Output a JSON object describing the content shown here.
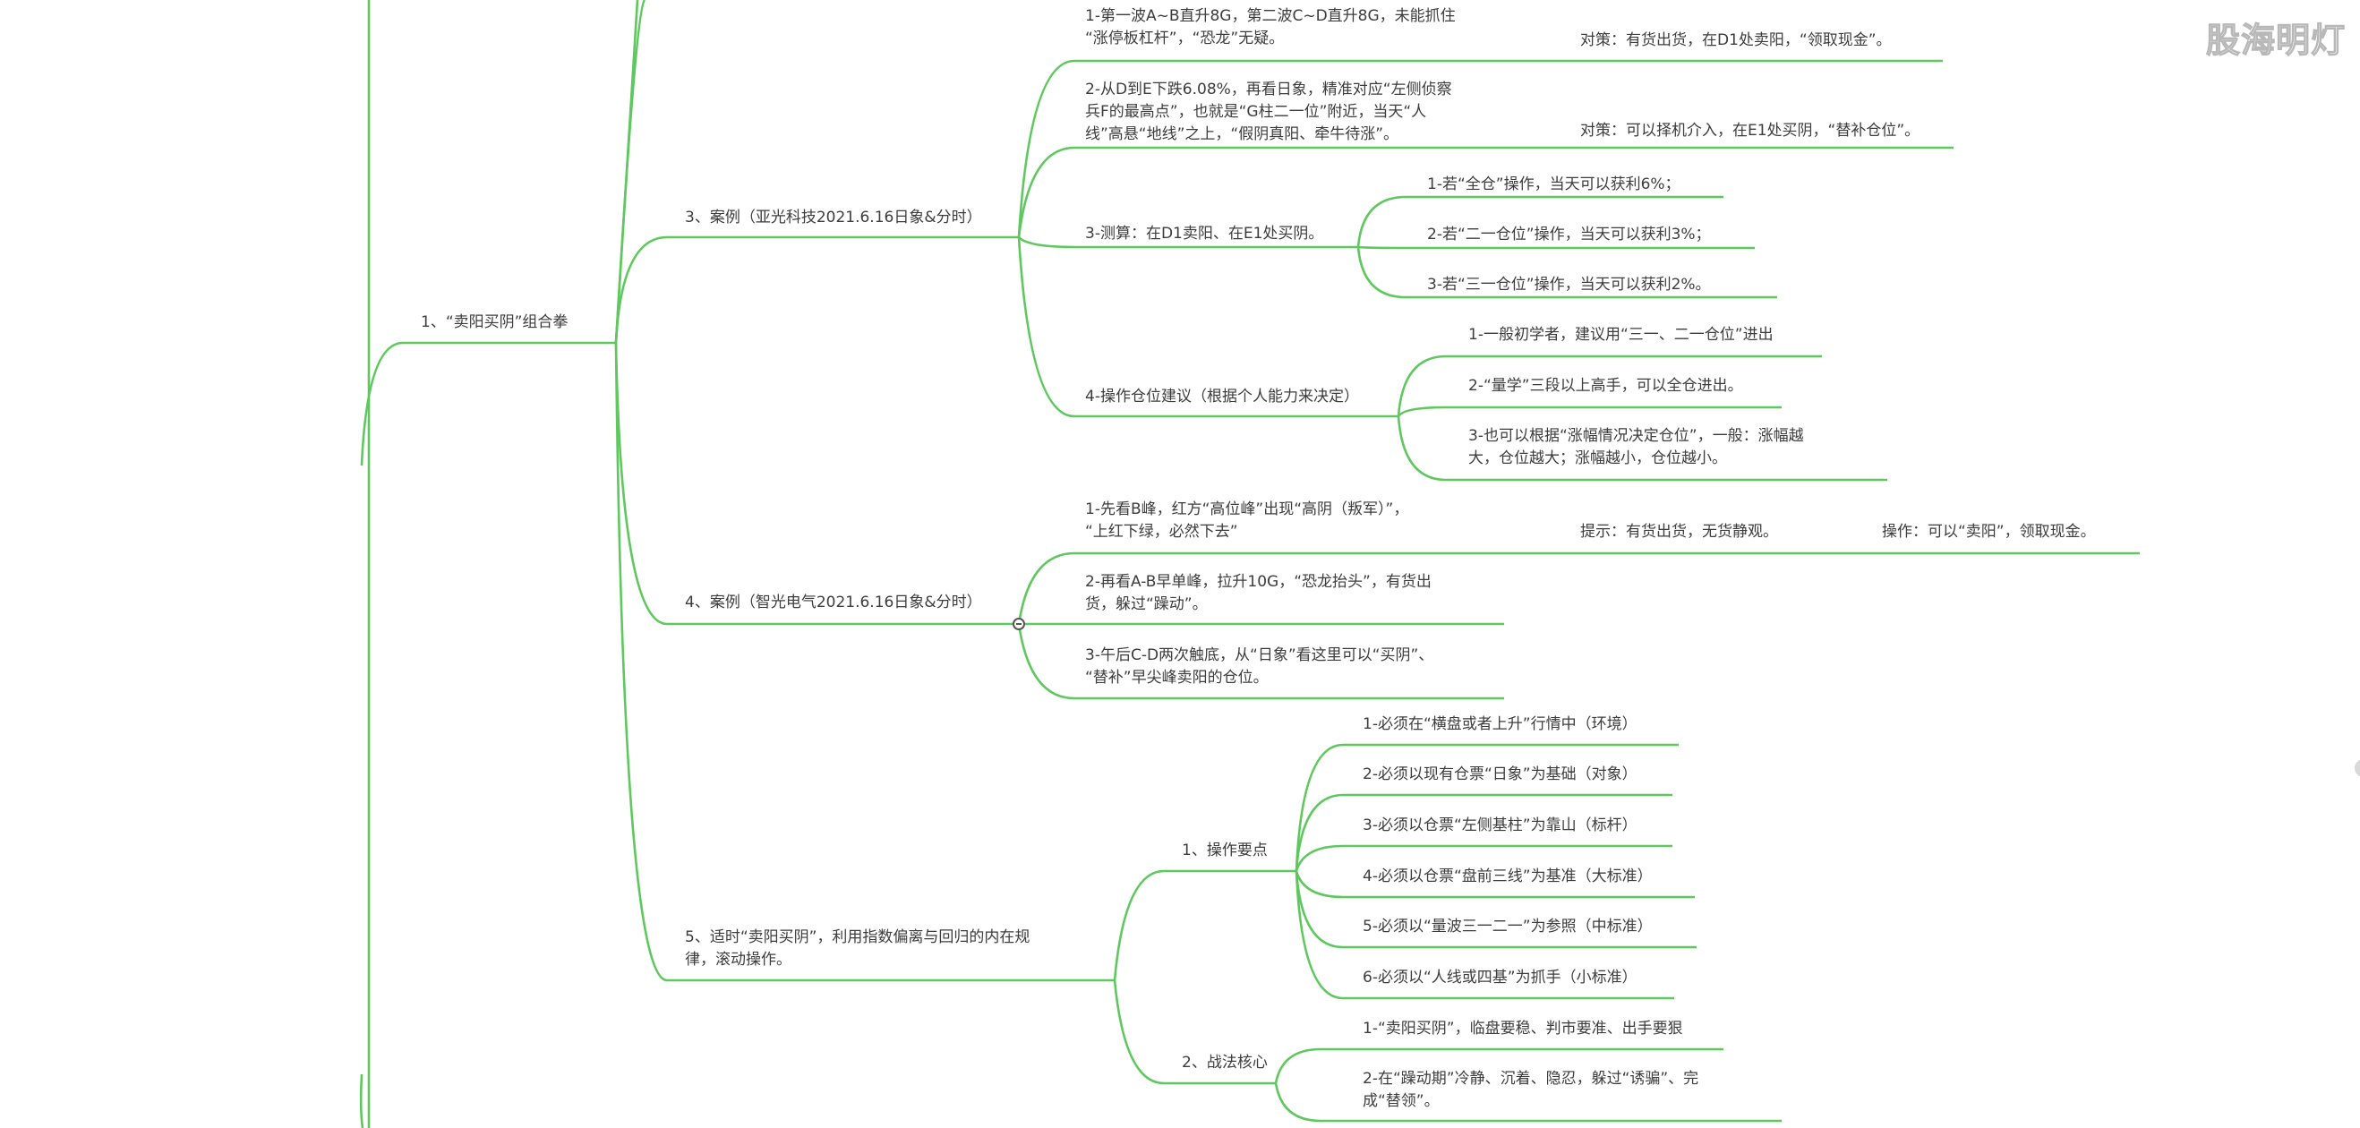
{
  "watermark": "股海明灯",
  "root": {
    "label": "1、“卖阳买阴”组合拳"
  },
  "case3": {
    "label": "3、案例（亚光科技2021.6.16日象&分时）",
    "item1": {
      "text": "1-第一波A~B直升8G，第二波C~D直升8G，未能抓住\n“涨停板杠杆”，“恐龙”无疑。",
      "strategy": "对策：有货出货，在D1处卖阳，“领取现金”。"
    },
    "item2": {
      "text": "2-从D到E下跌6.08%，再看日象，精准对应“左侧侦察\n兵F的最高点”，也就是“G柱二一位”附近，当天“人\n线”高悬“地线”之上，“假阴真阳、牵牛待涨”。",
      "strategy": "对策：可以择机介入，在E1处买阴，“替补仓位”。"
    },
    "item3": {
      "text": "3-测算：在D1卖阳、在E1处买阴。",
      "subs": [
        "1-若“全仓”操作，当天可以获利6%；",
        "2-若“二一仓位”操作，当天可以获利3%；",
        "3-若“三一仓位”操作，当天可以获利2%。"
      ]
    },
    "item4": {
      "text": "4-操作仓位建议（根据个人能力来决定）",
      "subs": [
        "1-一般初学者，建议用“三一、二一仓位”进出",
        "2-“量学”三段以上高手，可以全仓进出。",
        "3-也可以根据“涨幅情况决定仓位”，一般：涨幅越\n大，仓位越大；涨幅越小，仓位越小。"
      ]
    }
  },
  "case4": {
    "label": "4、案例（智光电气2021.6.16日象&分时）",
    "item1": {
      "text": "1-先看B峰，红方“高位峰”出现“高阴（叛军）”，\n“上红下绿，必然下去”",
      "hint": "提示：有货出货，无货静观。",
      "action": "操作：可以“卖阳”，领取现金。"
    },
    "item2": {
      "text": "2-再看A-B早单峰，拉升10G，“恐龙抬头”，有货出\n货，躲过“躁动”。"
    },
    "item3": {
      "text": "3-午后C-D两次触底，从“日象”看这里可以“买阴”、\n“替补”早尖峰卖阳的仓位。"
    }
  },
  "item5": {
    "label": "5、适时“卖阳买阴”，利用指数偏离与回归的内在规\n律，滚动操作。",
    "points": {
      "label": "1、操作要点",
      "subs": [
        "1-必须在“横盘或者上升”行情中（环境）",
        "2-必须以现有仓票“日象”为基础（对象）",
        "3-必须以仓票“左侧基柱”为靠山（标杆）",
        "4-必须以仓票“盘前三线”为基准（大标准）",
        "5-必须以“量波三一二一”为参照（中标准）",
        "6-必须以“人线或四基”为抓手（小标准）"
      ]
    },
    "core": {
      "label": "2、战法核心",
      "subs": [
        "1-“卖阳买阴”，临盘要稳、判市要准、出手要狠",
        "2-在“躁动期”冷静、沉着、隐忍，躲过“诱骗”、完\n成“替领”。"
      ]
    }
  }
}
